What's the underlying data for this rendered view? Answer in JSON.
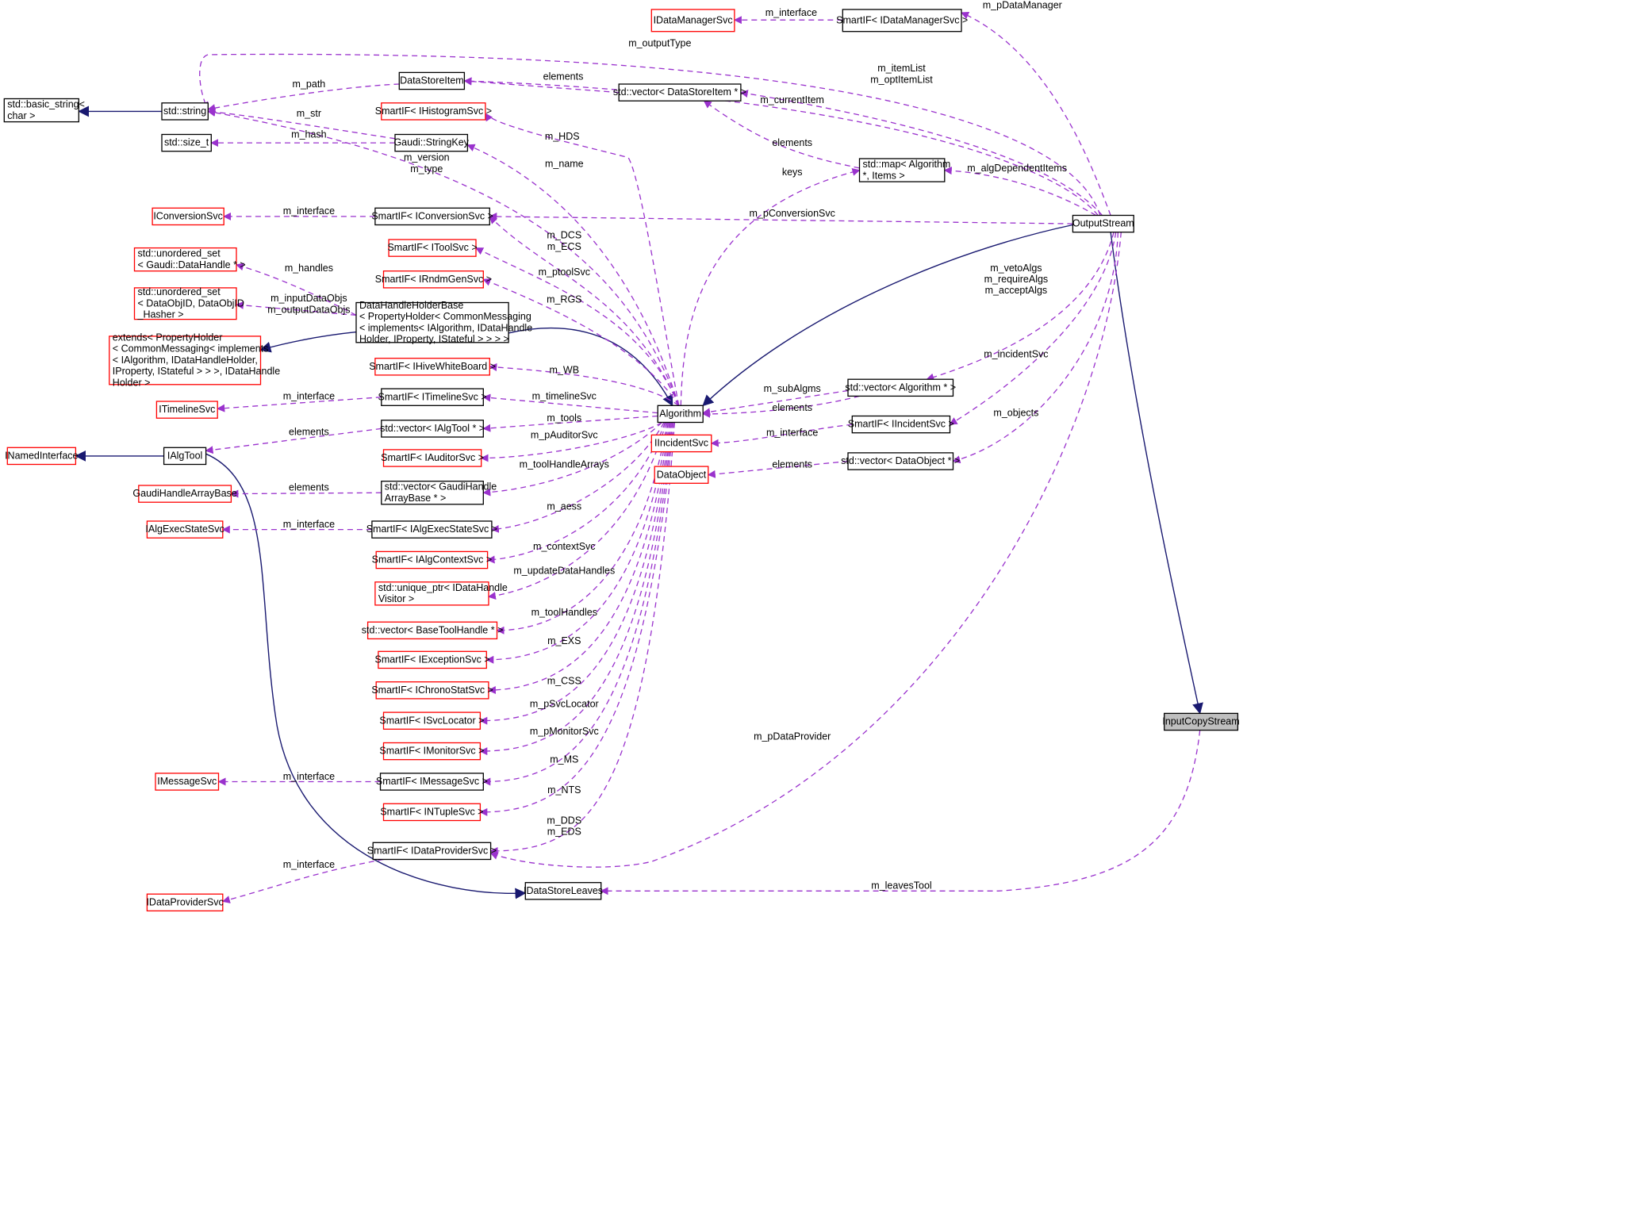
{
  "colors": {
    "inheritance_edge": "#191970",
    "usage_edge": "#9a32cd",
    "node_border_normal": "#000000",
    "node_border_incomplete": "#ff0000",
    "node_fill_focus": "#bfbfbf"
  },
  "nodes": [
    {
      "id": "IDataManagerSvc",
      "lines": [
        "IDataManagerSvc"
      ],
      "style": "red"
    },
    {
      "id": "SmartIF_IDataManagerSvc",
      "lines": [
        "SmartIF< IDataManagerSvc >"
      ],
      "style": "black"
    },
    {
      "id": "basic_string",
      "lines": [
        "std::basic_string<",
        "char >"
      ],
      "style": "black"
    },
    {
      "id": "std_string",
      "lines": [
        "std::string"
      ],
      "style": "black"
    },
    {
      "id": "DataStoreItem",
      "lines": [
        "DataStoreItem"
      ],
      "style": "black"
    },
    {
      "id": "vector_DataStoreItem",
      "lines": [
        "std::vector< DataStoreItem * >"
      ],
      "style": "black"
    },
    {
      "id": "SmartIF_IHistogramSvc",
      "lines": [
        "SmartIF< IHistogramSvc >"
      ],
      "style": "red"
    },
    {
      "id": "size_t",
      "lines": [
        "std::size_t"
      ],
      "style": "black"
    },
    {
      "id": "StringKey",
      "lines": [
        "Gaudi::StringKey"
      ],
      "style": "black"
    },
    {
      "id": "map_Algorithm",
      "lines": [
        "std::map< Algorithm",
        "*, Items >"
      ],
      "style": "black"
    },
    {
      "id": "IConversionSvc",
      "lines": [
        "IConversionSvc"
      ],
      "style": "red"
    },
    {
      "id": "SmartIF_IConversionSvc",
      "lines": [
        "SmartIF< IConversionSvc >"
      ],
      "style": "black"
    },
    {
      "id": "OutputStream",
      "lines": [
        "OutputStream"
      ],
      "style": "black"
    },
    {
      "id": "SmartIF_IToolSvc",
      "lines": [
        "SmartIF< IToolSvc >"
      ],
      "style": "red"
    },
    {
      "id": "unordered_set_DataHandle",
      "lines": [
        "std::unordered_set",
        "< Gaudi::DataHandle * >"
      ],
      "style": "red"
    },
    {
      "id": "SmartIF_IRndmGenSvc",
      "lines": [
        "SmartIF< IRndmGenSvc >"
      ],
      "style": "red"
    },
    {
      "id": "unordered_set_DataObjID",
      "lines": [
        "std::unordered_set",
        "< DataObjID, DataObjID",
        "_Hasher >"
      ],
      "style": "red"
    },
    {
      "id": "DataHandleHolderBase",
      "lines": [
        "DataHandleHolderBase",
        "< PropertyHolder< CommonMessaging",
        "< implements< IAlgorithm, IDataHandle",
        "Holder, IProperty, IStateful > > > >"
      ],
      "style": "black"
    },
    {
      "id": "extends_PropertyHolder",
      "lines": [
        "extends< PropertyHolder",
        "< CommonMessaging< implements",
        "< IAlgorithm, IDataHandleHolder,",
        " IProperty, IStateful > > >, IDataHandle",
        "Holder >"
      ],
      "style": "red"
    },
    {
      "id": "SmartIF_IHiveWhiteBoard",
      "lines": [
        "SmartIF< IHiveWhiteBoard >"
      ],
      "style": "red"
    },
    {
      "id": "vector_Algorithm",
      "lines": [
        "std::vector< Algorithm * >"
      ],
      "style": "black"
    },
    {
      "id": "ITimelineSvc",
      "lines": [
        "ITimelineSvc"
      ],
      "style": "red"
    },
    {
      "id": "SmartIF_ITimelineSvc",
      "lines": [
        "SmartIF< ITimelineSvc >"
      ],
      "style": "black"
    },
    {
      "id": "Algorithm",
      "lines": [
        "Algorithm"
      ],
      "style": "black"
    },
    {
      "id": "SmartIF_IIncidentSvc",
      "lines": [
        "SmartIF< IIncidentSvc >"
      ],
      "style": "black"
    },
    {
      "id": "vector_IAlgTool",
      "lines": [
        "std::vector< IAlgTool * >"
      ],
      "style": "black"
    },
    {
      "id": "IIncidentSvc",
      "lines": [
        "IIncidentSvc"
      ],
      "style": "red"
    },
    {
      "id": "INamedInterface",
      "lines": [
        "INamedInterface"
      ],
      "style": "red"
    },
    {
      "id": "IAlgTool",
      "lines": [
        "IAlgTool"
      ],
      "style": "black"
    },
    {
      "id": "SmartIF_IAuditorSvc",
      "lines": [
        "SmartIF< IAuditorSvc >"
      ],
      "style": "red"
    },
    {
      "id": "vector_DataObject",
      "lines": [
        "std::vector< DataObject * >"
      ],
      "style": "black"
    },
    {
      "id": "DataObject",
      "lines": [
        "DataObject"
      ],
      "style": "red"
    },
    {
      "id": "GaudiHandleArrayBase",
      "lines": [
        "GaudiHandleArrayBase"
      ],
      "style": "red"
    },
    {
      "id": "vector_GaudiHandleArrayBase",
      "lines": [
        "std::vector< GaudiHandle",
        "ArrayBase * >"
      ],
      "style": "black"
    },
    {
      "id": "IAlgExecStateSvc",
      "lines": [
        "IAlgExecStateSvc"
      ],
      "style": "red"
    },
    {
      "id": "SmartIF_IAlgExecStateSvc",
      "lines": [
        "SmartIF< IAlgExecStateSvc >"
      ],
      "style": "black"
    },
    {
      "id": "SmartIF_IAlgContextSvc",
      "lines": [
        "SmartIF< IAlgContextSvc >"
      ],
      "style": "red"
    },
    {
      "id": "unique_ptr_IDataHandleVisitor",
      "lines": [
        "std::unique_ptr< IDataHandle",
        "Visitor >"
      ],
      "style": "red"
    },
    {
      "id": "vector_BaseToolHandle",
      "lines": [
        "std::vector< BaseToolHandle * >"
      ],
      "style": "red"
    },
    {
      "id": "SmartIF_IExceptionSvc",
      "lines": [
        "SmartIF< IExceptionSvc >"
      ],
      "style": "red"
    },
    {
      "id": "SmartIF_IChronoStatSvc",
      "lines": [
        "SmartIF< IChronoStatSvc >"
      ],
      "style": "red"
    },
    {
      "id": "InputCopyStream",
      "lines": [
        "InputCopyStream"
      ],
      "style": "focus"
    },
    {
      "id": "SmartIF_ISvcLocator",
      "lines": [
        "SmartIF< ISvcLocator >"
      ],
      "style": "red"
    },
    {
      "id": "SmartIF_IMonitorSvc",
      "lines": [
        "SmartIF< IMonitorSvc >"
      ],
      "style": "red"
    },
    {
      "id": "IMessageSvc",
      "lines": [
        "IMessageSvc"
      ],
      "style": "red"
    },
    {
      "id": "SmartIF_IMessageSvc",
      "lines": [
        "SmartIF< IMessageSvc >"
      ],
      "style": "black"
    },
    {
      "id": "SmartIF_INTupleSvc",
      "lines": [
        "SmartIF< INTupleSvc >"
      ],
      "style": "red"
    },
    {
      "id": "SmartIF_IDataProviderSvc",
      "lines": [
        "SmartIF< IDataProviderSvc >"
      ],
      "style": "black"
    },
    {
      "id": "IDataStoreLeaves",
      "lines": [
        "IDataStoreLeaves"
      ],
      "style": "black"
    },
    {
      "id": "IDataProviderSvc",
      "lines": [
        "IDataProviderSvc"
      ],
      "style": "red"
    }
  ],
  "edge_labels": [
    {
      "id": "m_interface_dm",
      "lines": [
        "m_interface"
      ]
    },
    {
      "id": "m_pDataManager",
      "lines": [
        "m_pDataManager"
      ]
    },
    {
      "id": "m_outputType",
      "lines": [
        "m_outputType"
      ]
    },
    {
      "id": "m_path",
      "lines": [
        "m_path"
      ]
    },
    {
      "id": "elements_dsi",
      "lines": [
        "elements"
      ]
    },
    {
      "id": "m_itemList",
      "lines": [
        "m_itemList",
        "m_optItemList"
      ]
    },
    {
      "id": "m_currentItem",
      "lines": [
        "m_currentItem"
      ]
    },
    {
      "id": "m_str",
      "lines": [
        "m_str"
      ]
    },
    {
      "id": "m_hash",
      "lines": [
        "m_hash"
      ]
    },
    {
      "id": "m_HDS",
      "lines": [
        "m_HDS"
      ]
    },
    {
      "id": "elements_map",
      "lines": [
        "elements"
      ]
    },
    {
      "id": "m_version",
      "lines": [
        "m_version",
        "m_type"
      ]
    },
    {
      "id": "m_name",
      "lines": [
        "m_name"
      ]
    },
    {
      "id": "keys",
      "lines": [
        "keys"
      ]
    },
    {
      "id": "m_algDependentItems",
      "lines": [
        "m_algDependentItems"
      ]
    },
    {
      "id": "m_interface_conv",
      "lines": [
        "m_interface"
      ]
    },
    {
      "id": "m_pConversionSvc",
      "lines": [
        "m_pConversionSvc"
      ]
    },
    {
      "id": "m_DCS",
      "lines": [
        "m_DCS",
        "m_ECS"
      ]
    },
    {
      "id": "m_handles",
      "lines": [
        "m_handles"
      ]
    },
    {
      "id": "m_ptoolSvc",
      "lines": [
        "m_ptoolSvc"
      ]
    },
    {
      "id": "m_vetoAlgs",
      "lines": [
        "m_vetoAlgs",
        "m_requireAlgs",
        "m_acceptAlgs"
      ]
    },
    {
      "id": "m_inputDataObjs",
      "lines": [
        "m_inputDataObjs",
        "m_outputDataObjs"
      ]
    },
    {
      "id": "m_RGS",
      "lines": [
        "m_RGS"
      ]
    },
    {
      "id": "m_incidentSvc",
      "lines": [
        "m_incidentSvc"
      ]
    },
    {
      "id": "m_WB",
      "lines": [
        "m_WB"
      ]
    },
    {
      "id": "m_subAlgms",
      "lines": [
        "m_subAlgms"
      ]
    },
    {
      "id": "m_interface_tl",
      "lines": [
        "m_interface"
      ]
    },
    {
      "id": "m_timelineSvc",
      "lines": [
        "m_timelineSvc"
      ]
    },
    {
      "id": "elements_alg",
      "lines": [
        "elements"
      ]
    },
    {
      "id": "m_objects",
      "lines": [
        "m_objects"
      ]
    },
    {
      "id": "m_tools",
      "lines": [
        "m_tools"
      ]
    },
    {
      "id": "elements_tool",
      "lines": [
        "elements"
      ]
    },
    {
      "id": "m_interface_inc",
      "lines": [
        "m_interface"
      ]
    },
    {
      "id": "m_pAuditorSvc",
      "lines": [
        "m_pAuditorSvc"
      ]
    },
    {
      "id": "elements_do",
      "lines": [
        "elements"
      ]
    },
    {
      "id": "m_toolHandleArrays",
      "lines": [
        "m_toolHandleArrays"
      ]
    },
    {
      "id": "elements_gha",
      "lines": [
        "elements"
      ]
    },
    {
      "id": "m_aess",
      "lines": [
        "m_aess"
      ]
    },
    {
      "id": "m_interface_aes",
      "lines": [
        "m_interface"
      ]
    },
    {
      "id": "m_contextSvc",
      "lines": [
        "m_contextSvc"
      ]
    },
    {
      "id": "m_updateDataHandles",
      "lines": [
        "m_updateDataHandles"
      ]
    },
    {
      "id": "m_toolHandles",
      "lines": [
        "m_toolHandles"
      ]
    },
    {
      "id": "m_EXS",
      "lines": [
        "m_EXS"
      ]
    },
    {
      "id": "m_CSS",
      "lines": [
        "m_CSS"
      ]
    },
    {
      "id": "m_pSvcLocator",
      "lines": [
        "m_pSvcLocator"
      ]
    },
    {
      "id": "m_pDataProvider",
      "lines": [
        "m_pDataProvider"
      ]
    },
    {
      "id": "m_pMonitorSvc",
      "lines": [
        "m_pMonitorSvc"
      ]
    },
    {
      "id": "m_MS",
      "lines": [
        "m_MS"
      ]
    },
    {
      "id": "m_interface_msg",
      "lines": [
        "m_interface"
      ]
    },
    {
      "id": "m_NTS",
      "lines": [
        "m_NTS"
      ]
    },
    {
      "id": "m_DDS",
      "lines": [
        "m_DDS",
        "m_EDS"
      ]
    },
    {
      "id": "m_interface_dp",
      "lines": [
        "m_interface"
      ]
    },
    {
      "id": "m_leavesTool",
      "lines": [
        "m_leavesTool"
      ]
    }
  ]
}
